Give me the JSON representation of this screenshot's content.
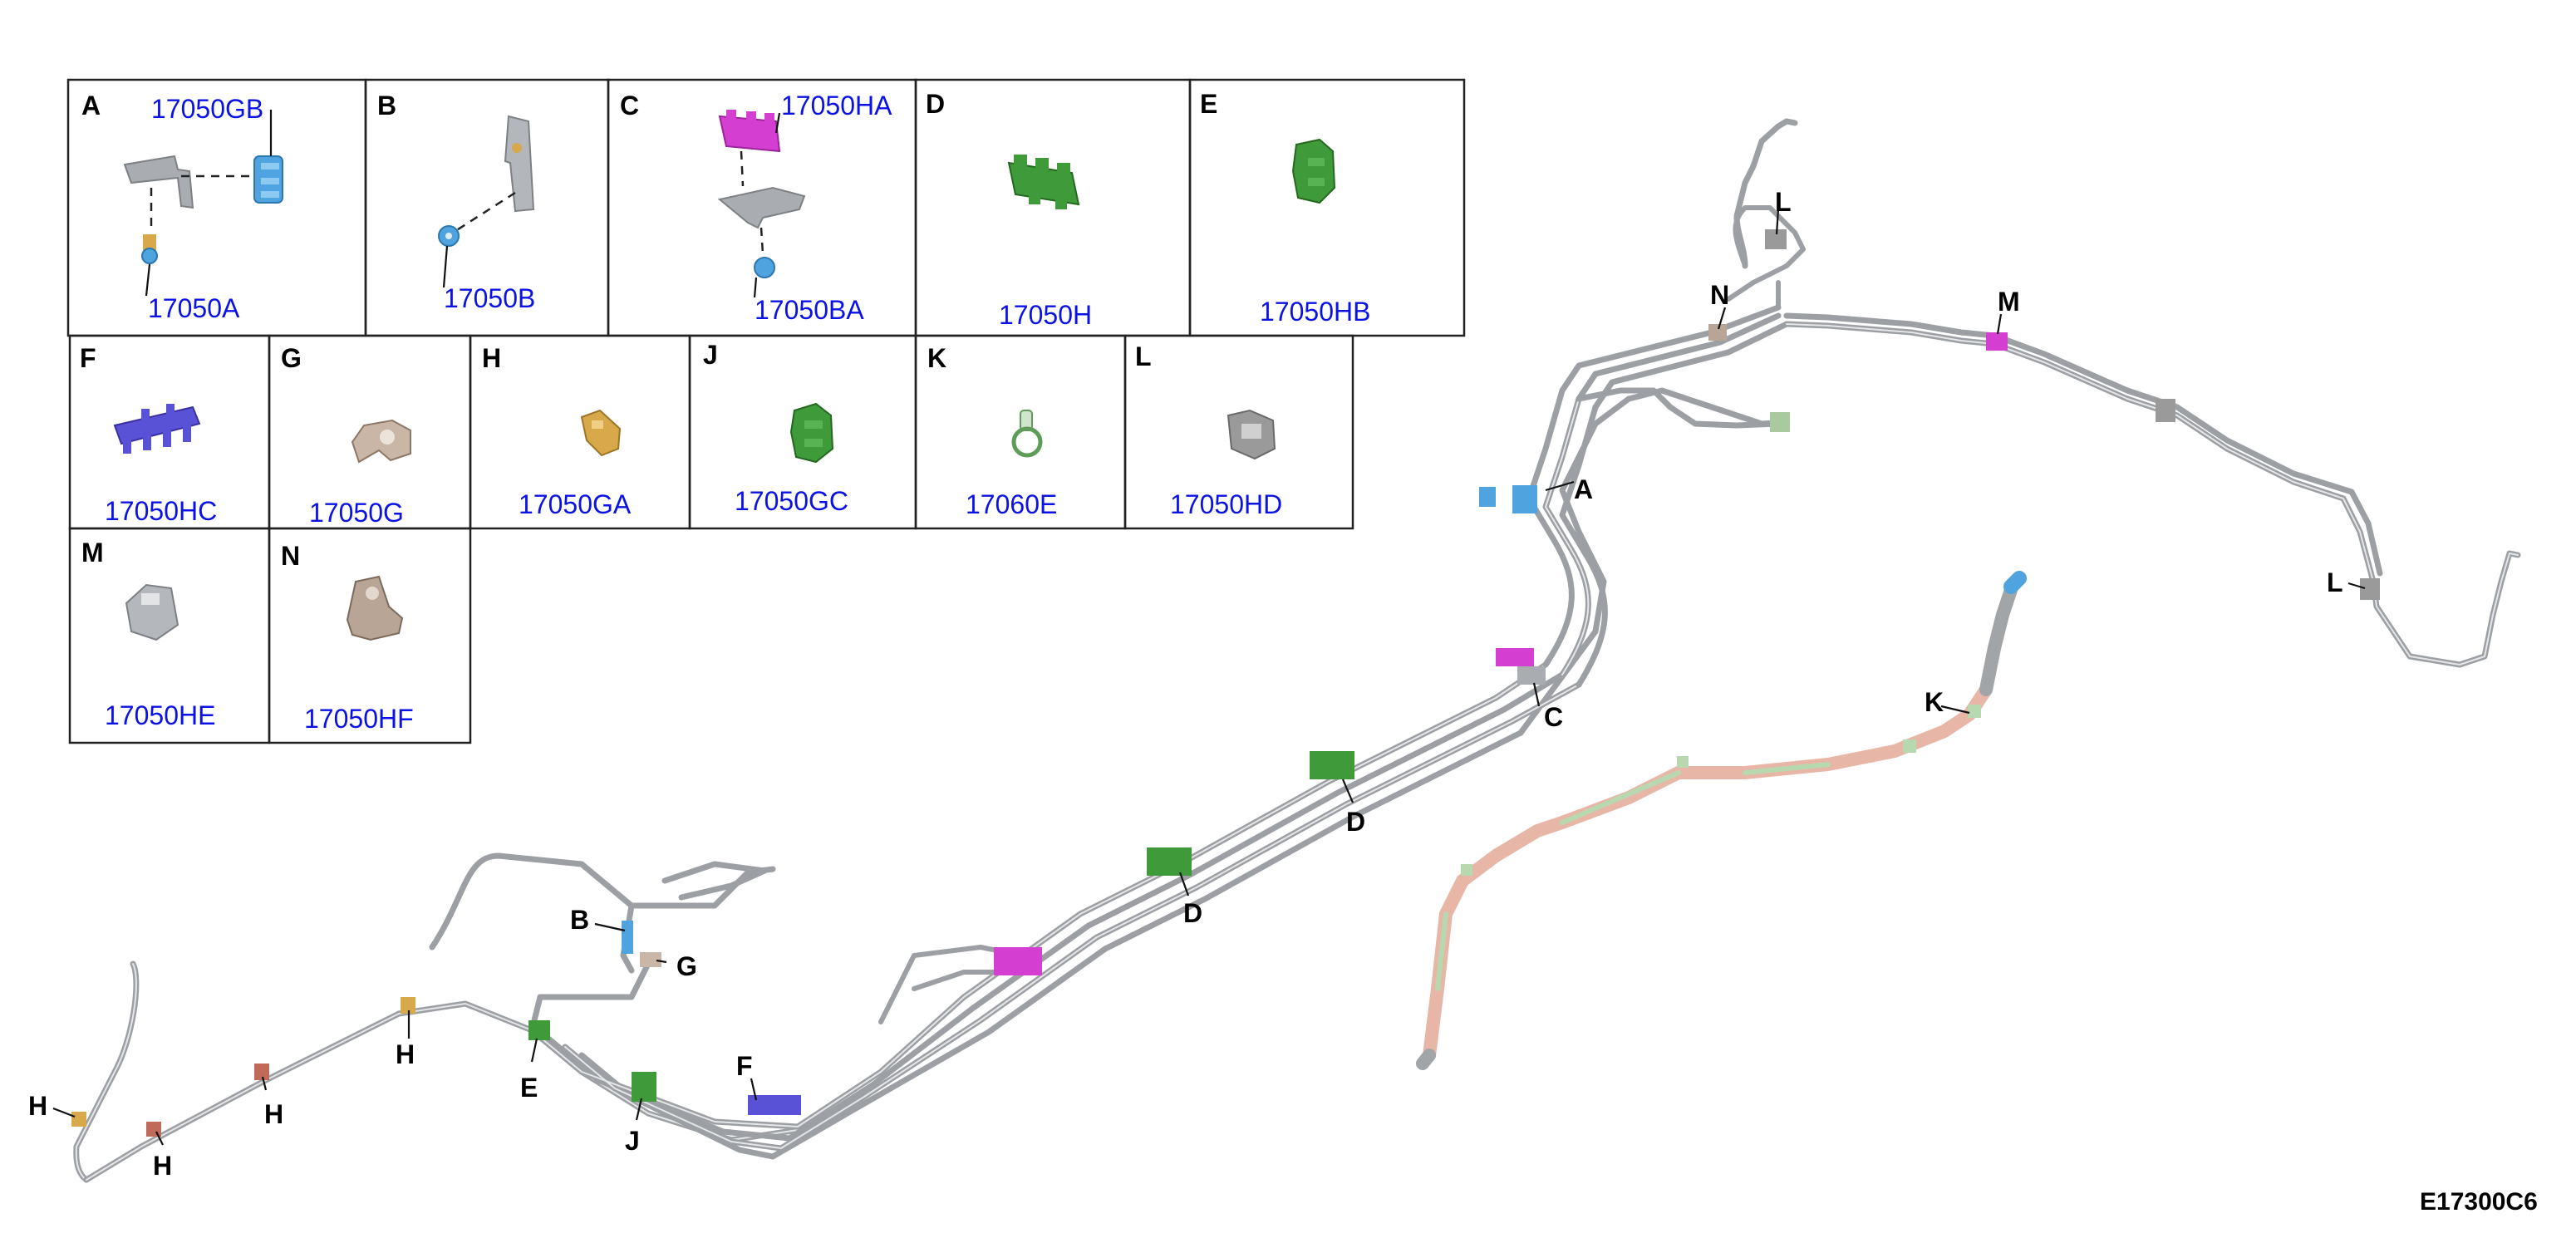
{
  "legend": {
    "cells": [
      {
        "letter": "A",
        "parts": [
          "17050GB",
          "17050A"
        ]
      },
      {
        "letter": "B",
        "parts": [
          "17050B"
        ]
      },
      {
        "letter": "C",
        "parts": [
          "17050HA",
          "17050BA"
        ]
      },
      {
        "letter": "D",
        "parts": [
          "17050H"
        ]
      },
      {
        "letter": "E",
        "parts": [
          "17050HB"
        ]
      },
      {
        "letter": "F",
        "parts": [
          "17050HC"
        ]
      },
      {
        "letter": "G",
        "parts": [
          "17050G"
        ]
      },
      {
        "letter": "H",
        "parts": [
          "17050GA"
        ]
      },
      {
        "letter": "J",
        "parts": [
          "17050GC"
        ]
      },
      {
        "letter": "K",
        "parts": [
          "17060E"
        ]
      },
      {
        "letter": "L",
        "parts": [
          "17050HD"
        ]
      },
      {
        "letter": "M",
        "parts": [
          "17050HE"
        ]
      },
      {
        "letter": "N",
        "parts": [
          "17050HF"
        ]
      }
    ]
  },
  "callouts": [
    "H",
    "H",
    "H",
    "H",
    "E",
    "J",
    "B",
    "G",
    "F",
    "D",
    "D",
    "C",
    "A",
    "N",
    "L",
    "M",
    "L",
    "K"
  ],
  "figure_id": "E17300C6",
  "colors": {
    "part_number": "#0b12e6",
    "tube": "#9c9fa3",
    "clip_blue": "#4fa3de",
    "clip_magenta": "#d43fd2",
    "clip_green": "#3f9a3a",
    "clip_purple": "#5a52d6",
    "clip_tan": "#d7a94a",
    "clip_beige": "#c9b6a6",
    "clip_grey": "#9a9a9a",
    "hose_pink": "#e7b6a6",
    "hose_green": "#b8d9b0"
  },
  "icons": [
    "clip-17050GB",
    "bolt-17050A",
    "bracket-A",
    "bracket-B",
    "nut-17050B",
    "clip-17050HA",
    "bracket-C",
    "nut-17050BA",
    "clip-17050H",
    "clip-17050HB",
    "clip-17050HC",
    "clip-17050G",
    "clip-17050GA",
    "clip-17050GC",
    "clip-17060E",
    "clip-17050HD",
    "clip-17050HE",
    "clip-17050HF"
  ]
}
